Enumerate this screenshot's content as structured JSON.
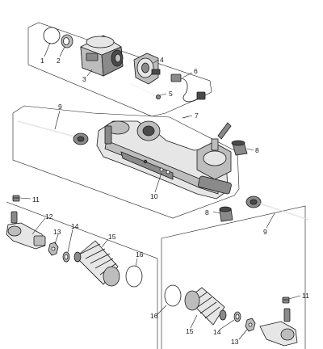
{
  "callouts": {
    "c1": "1",
    "c2": "2",
    "c3": "3",
    "c4": "4",
    "c5": "5",
    "c6": "6",
    "c7": "7",
    "c8a": "8",
    "c8b": "8",
    "c9a": "9",
    "c9b": "9",
    "c10": "10",
    "c11a": "11",
    "c11b": "11",
    "c12": "12",
    "c13a": "13",
    "c13b": "13",
    "c14a": "14",
    "c14b": "14",
    "c15a": "15",
    "c15b": "15",
    "c16a": "16",
    "c16b": "16"
  }
}
